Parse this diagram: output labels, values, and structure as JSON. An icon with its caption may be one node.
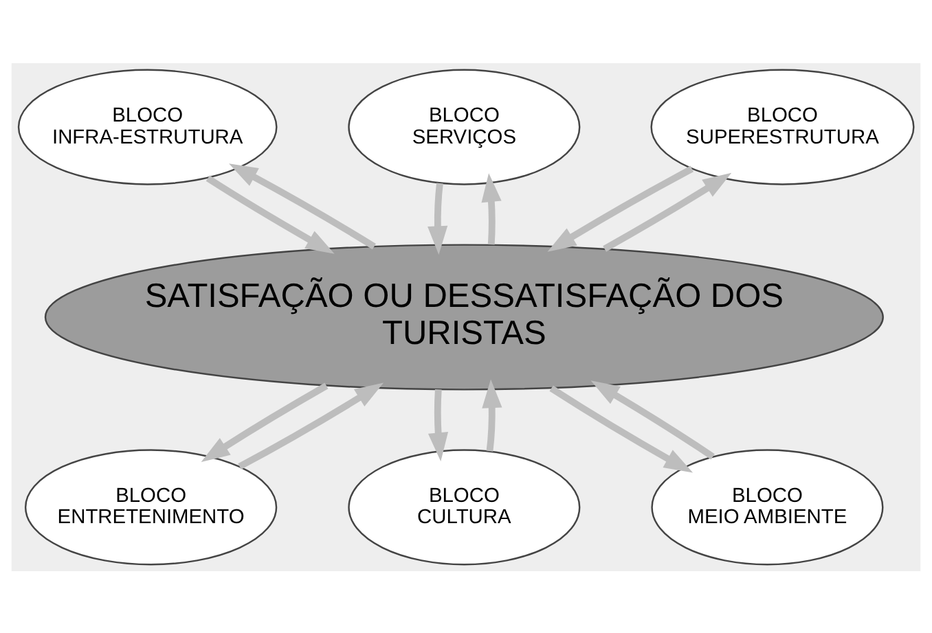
{
  "diagram": {
    "nodes": [
      {
        "text": [
          "BLOCO INFRA-ESTRUTURA"
        ]
      },
      {
        "text": [
          "BLOCO SERVIÇOS"
        ]
      },
      {
        "text": [
          "BLOCO SUPERESTRUTURA"
        ]
      },
      {
        "text": [
          "SATISFAÇÃO OU DESSATISFAÇÃO DOS TURISTAS"
        ]
      },
      {
        "text": [
          "BLOCO ENTRETENIMENTO"
        ]
      },
      {
        "text": [
          "BLOCO CULTURA"
        ]
      },
      {
        "text": [
          "BLOCO MEIO AMBIENTE"
        ]
      }
    ],
    "edges": [
      {
        "from": 0,
        "to": 3,
        "arrow": "to"
      },
      {
        "from": 3,
        "to": 0,
        "arrow": "to"
      },
      {
        "from": 1,
        "to": 3,
        "arrow": "to"
      },
      {
        "from": 3,
        "to": 1,
        "arrow": "to"
      },
      {
        "from": 2,
        "to": 3,
        "arrow": "to"
      },
      {
        "from": 3,
        "to": 2,
        "arrow": "to"
      },
      {
        "from": 4,
        "to": 3,
        "arrow": "to"
      },
      {
        "from": 3,
        "to": 4,
        "arrow": "to"
      },
      {
        "from": 5,
        "to": 3,
        "arrow": "to"
      },
      {
        "from": 3,
        "to": 5,
        "arrow": "to"
      },
      {
        "from": 6,
        "to": 3,
        "arrow": "to"
      },
      {
        "from": 3,
        "to": 6,
        "arrow": "to"
      }
    ]
  }
}
